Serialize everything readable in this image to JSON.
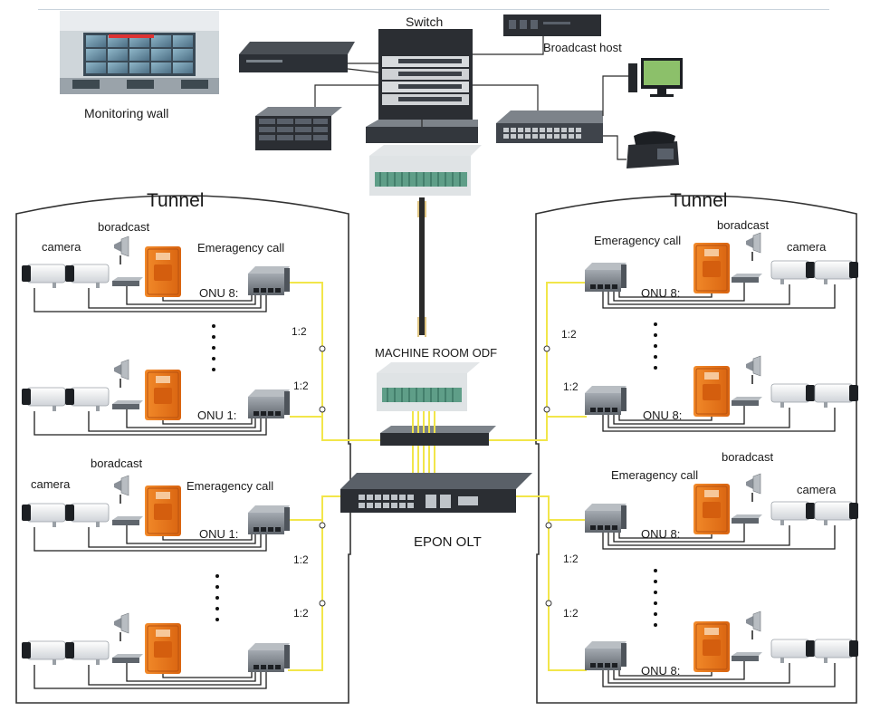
{
  "labels": {
    "switch": "Switch",
    "broadcast_host": "Broadcast host",
    "monitoring_wall": "Monitoring wall",
    "tunnel_left": "Tunnel",
    "tunnel_right": "Tunnel",
    "machine_room_odf": "MACHINE ROOM ODF",
    "epon_olt": "EPON OLT",
    "boradcast": "boradcast",
    "camera": "camera",
    "emergency_call": "Emeragency call",
    "onu1": "ONU 1:",
    "onu8": "ONU 8:",
    "splitter": "1:2"
  },
  "colors": {
    "fiber": "#f2e64a",
    "cable": "#1e1e1e",
    "tunnel_outline": "#333333",
    "emergency_orange": "#ec7a1c",
    "device_dark": "#2b2e33",
    "device_gray": "#7d838a",
    "odf_panel": "#5f9e88"
  }
}
